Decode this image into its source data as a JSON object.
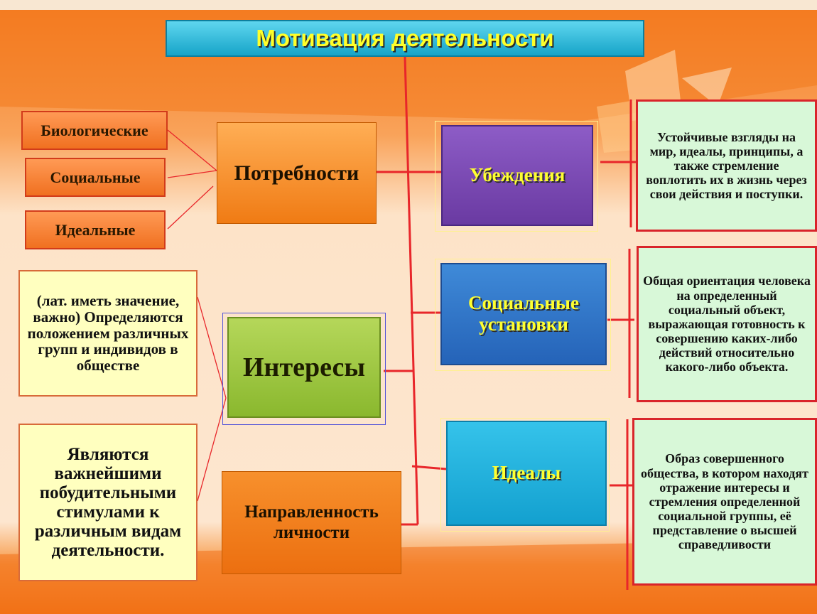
{
  "title": "Мотивация деятельности",
  "needs": {
    "label": "Потребности",
    "types": [
      "Биологические",
      "Социальные",
      "Идеальные"
    ]
  },
  "interests": {
    "label": "Интересы",
    "note_top": "(лат. иметь значение, важно) Определяются положением различных групп и индивидов в обществе",
    "note_bottom": "Являются важнейшими побудительными стимулами к различным видам деятельности."
  },
  "orientation": {
    "label": "Направленность личности"
  },
  "beliefs": {
    "label": "Убеждения",
    "definition": "Устойчивые взгляды на мир, идеалы, принципы, а также стремление воплотить их в жизнь через свои действия и поступки."
  },
  "attitudes": {
    "label": "Социальные установки",
    "definition": "Общая ориентация человека на определенный социальный объект, выражающая готовность к совершению каких-либо действий относительно какого-либо объекта."
  },
  "ideals": {
    "label": "Идеалы",
    "definition": "Образ совершенного общества, в котором находят отражение интересы и стремления определенной социальной группы, её представление о высшей справедливости"
  }
}
